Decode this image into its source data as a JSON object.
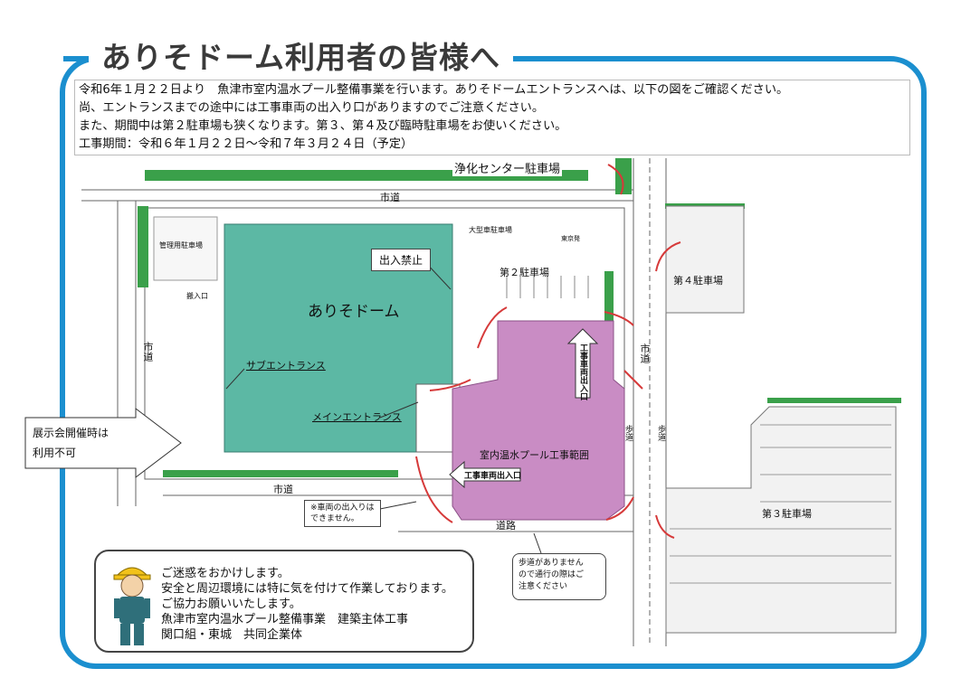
{
  "title": "ありそドーム利用者の皆様へ",
  "notice_lines": [
    "令和6年１月２２日より　魚津市室内温水プール整備事業を行います。ありそドームエントランスへは、以下の図をご確認ください。",
    "尚、エントランスまでの途中には工事車両の出入り口がありますのでご注意ください。",
    "また、期間中は第２駐車場も狭くなります。第３、第４及び臨時駐車場をお使いください。",
    "工事期間：令和６年１月２２日〜令和７年３月２４日（予定）"
  ],
  "map": {
    "jouka_parking": "浄化センター駐車場",
    "city_road_top": "市道",
    "city_road_left": "市道",
    "city_road_right": "市道",
    "city_road_bottom": "市道",
    "management_parking": "管理用駐車場",
    "loading_entrance": "搬入口",
    "large_vehicle_parking": "大型車駐車場",
    "toukyoukei": "東京発",
    "no_entry": "出入禁止",
    "parking_2": "第２駐車場",
    "parking_3": "第３駐車場",
    "parking_4": "第４駐車場",
    "arisodome": "ありそドーム",
    "sub_entrance": "サブエントランス",
    "main_entrance": "メインエントランス",
    "construction_area": "室内温水プール工事範囲",
    "construction_gate_vertical": "工事車両出入口",
    "construction_gate_horizontal": "工事車両出入口",
    "sidewalk_left": "歩道",
    "sidewalk_right": "歩道",
    "road_bottom": "道路",
    "exhibition_line1": "展示会開催時は",
    "exhibition_line2": "利用不可",
    "no_vehicle_line1": "※車両の出入りは",
    "no_vehicle_line2": "できません。",
    "sidewalk_note_line1": "歩道がありません",
    "sidewalk_note_line2": "ので通行の際はご",
    "sidewalk_note_line3": "注意ください"
  },
  "message": [
    "ご迷惑をおかけします。",
    "安全と周辺環境には特に気を付けて作業しております。",
    "ご協力お願いいたします。",
    "魚津市室内温水プール整備事業　建築主体工事",
    "関口組・東城　共同企業体"
  ],
  "colors": {
    "frame": "#1b8fcf",
    "dome": "#5cb8a4",
    "construction": "#c98cc4",
    "green_belt": "#3aa04a",
    "arrow": "#d63a3a"
  }
}
